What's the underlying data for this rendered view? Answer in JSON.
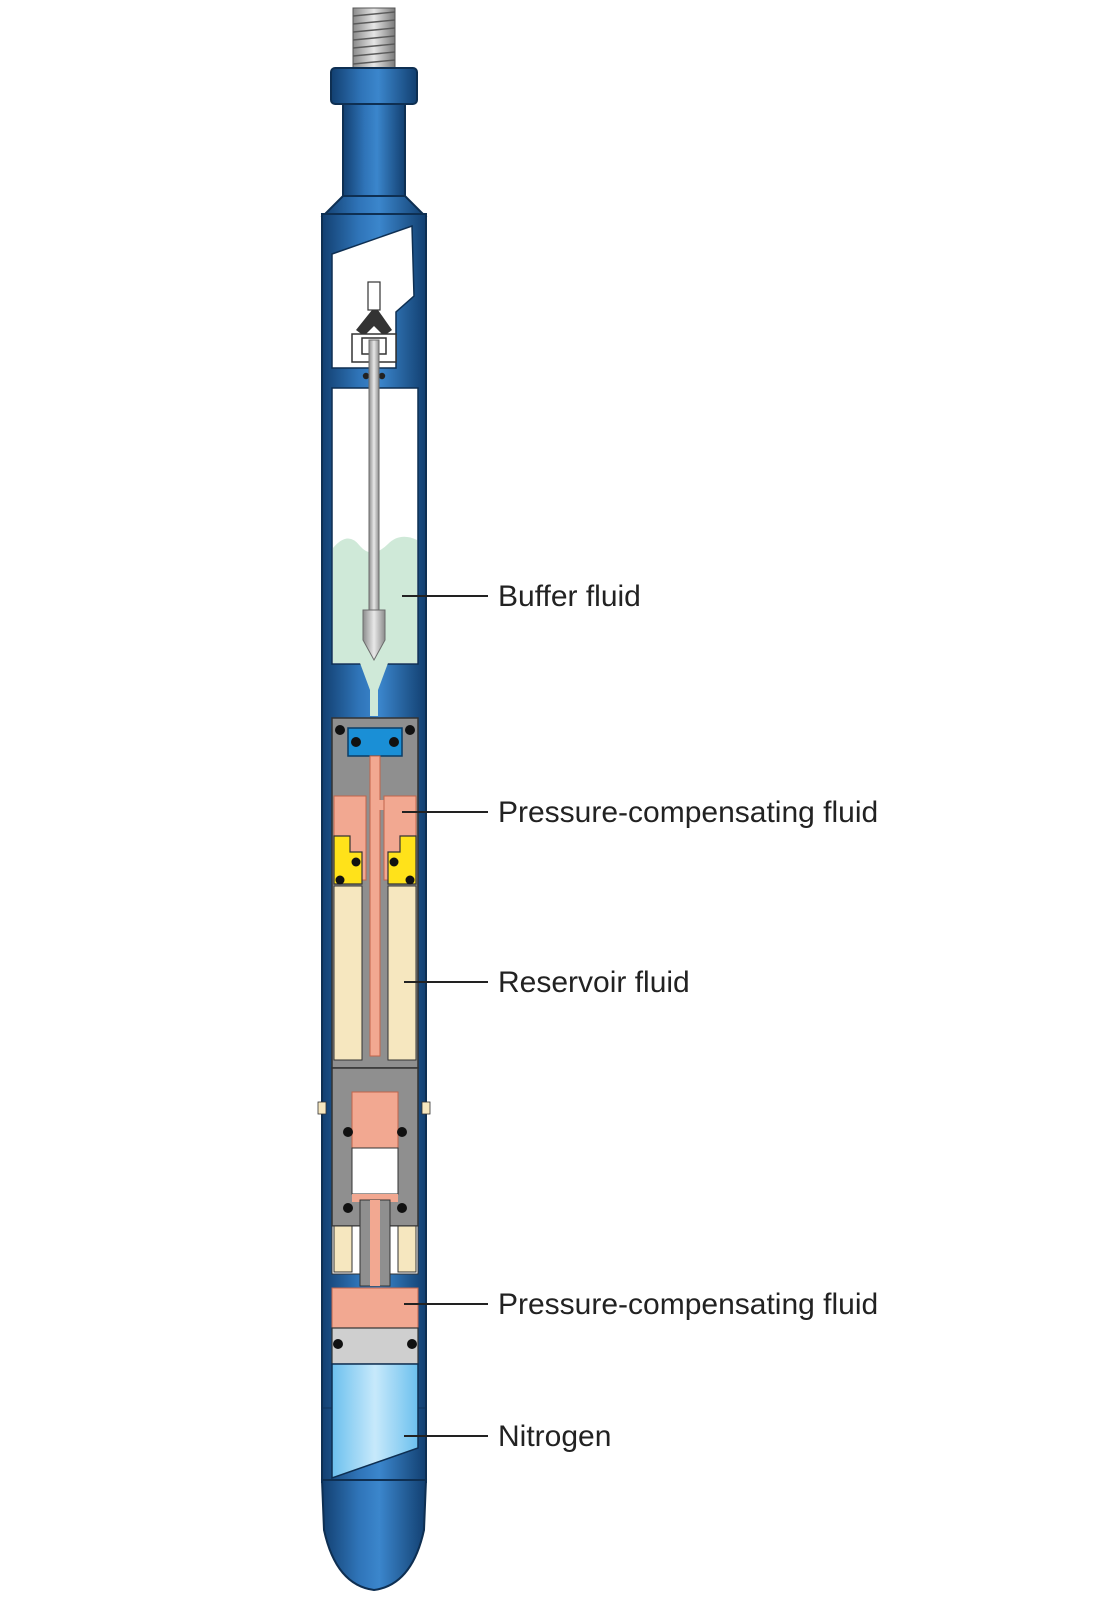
{
  "labels": {
    "buffer_fluid": "Buffer fluid",
    "pressure_compensating_fluid_upper": "Pressure-compensating fluid",
    "reservoir_fluid": "Reservoir fluid",
    "pressure_compensating_fluid_lower": "Pressure-compensating fluid",
    "nitrogen": "Nitrogen"
  },
  "colors": {
    "tool_body": "#1f5a96",
    "tool_body_dark": "#123a66",
    "buffer_fluid": "#cfe9d8",
    "pressure_compensating_fluid": "#f2a891",
    "reservoir_fluid": "#f6e7bf",
    "nitrogen": "#9fd6f2",
    "seal_yellow": "#ffe21a",
    "piston_gray": "#9b9b9b",
    "valve_blue": "#1a8fd6"
  }
}
